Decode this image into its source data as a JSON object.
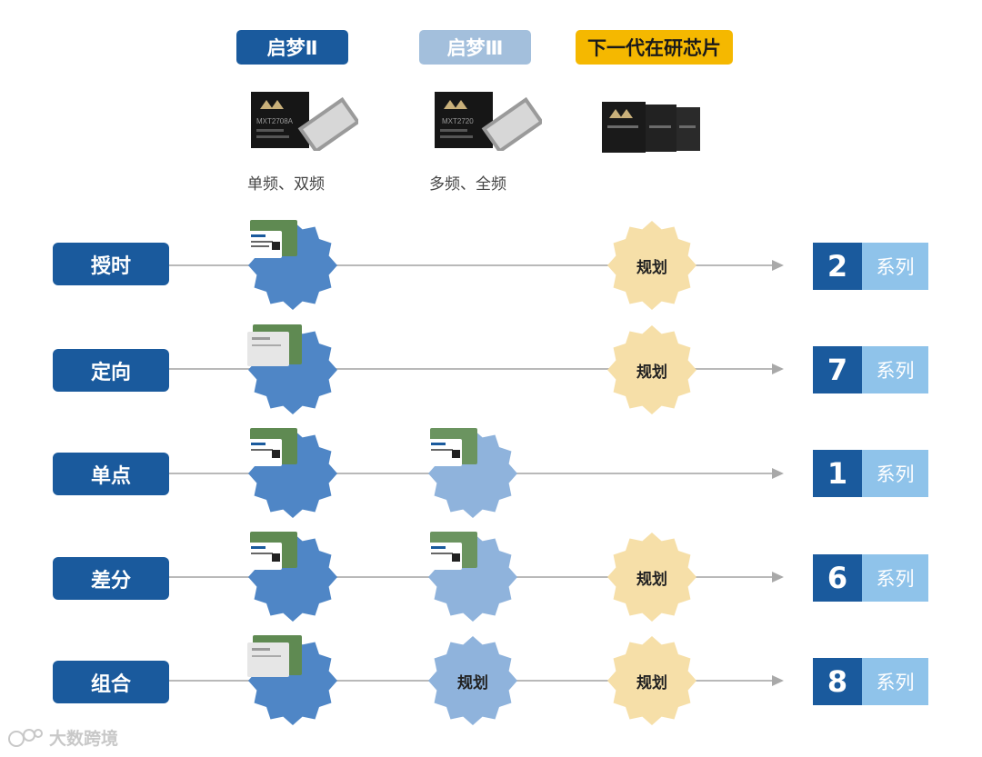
{
  "headers": [
    {
      "label": "启梦Ⅱ",
      "bg": "#1a5a9d",
      "fg": "#ffffff"
    },
    {
      "label": "启梦Ⅲ",
      "bg": "#a3bfdc",
      "fg": "#ffffff"
    },
    {
      "label": "下一代在研芯片",
      "bg": "#f5b800",
      "fg": "#1a1a1a"
    }
  ],
  "chips": [
    {
      "marking": "MXT2708A"
    },
    {
      "marking": "MXT2720"
    },
    {
      "marking": ""
    }
  ],
  "captions": [
    "单频、双频",
    "多频、全频"
  ],
  "rows": [
    {
      "label": "授时",
      "count": "2",
      "unit": "系列",
      "planned": "规划"
    },
    {
      "label": "定向",
      "count": "7",
      "unit": "系列",
      "planned": "规划"
    },
    {
      "label": "单点",
      "count": "1",
      "unit": "系列"
    },
    {
      "label": "差分",
      "count": "6",
      "unit": "系列",
      "planned": "规划"
    },
    {
      "label": "组合",
      "count": "8",
      "unit": "系列",
      "planned_gen3": "规划",
      "planned": "规划"
    }
  ],
  "colors": {
    "primary_blue": "#1a5a9d",
    "light_blue": "#8fc3ea",
    "badge_blue": "#4f86c6",
    "badge_light_blue": "#8fb3dc",
    "badge_beige": "#f6dfa8",
    "accent_yellow": "#f5b800"
  },
  "watermark": "大数跨境"
}
